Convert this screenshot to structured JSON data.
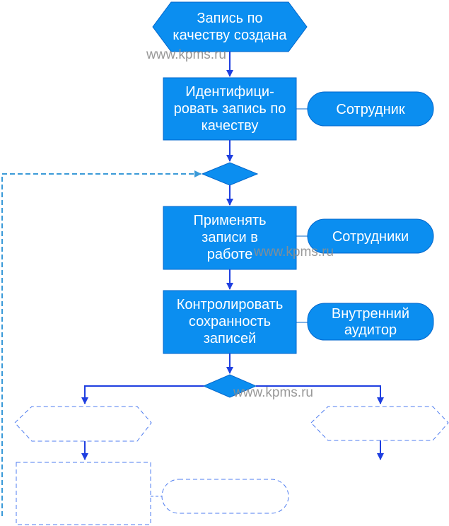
{
  "colors": {
    "fill": "#0b8ef0",
    "stroke": "#0066cc",
    "arrow": "#1f3fe0",
    "dashed": "#4f7df0",
    "feedback": "#3a9ad8",
    "watermark": "#8e8e8e"
  },
  "start_event": {
    "lines": [
      "Запись по",
      "качеству создана"
    ]
  },
  "steps": [
    {
      "lines": [
        "Идентифици-",
        "ровать запись по",
        "качеству"
      ],
      "role": [
        "Сотрудник"
      ]
    },
    {
      "lines": [
        "Применять",
        "записи в",
        "работе"
      ],
      "role": [
        "Сотрудники"
      ]
    },
    {
      "lines": [
        "Контролировать",
        "сохранность",
        "записей"
      ],
      "role": [
        "Внутренний",
        "аудитор"
      ]
    }
  ],
  "watermark": "www.kpms.ru"
}
